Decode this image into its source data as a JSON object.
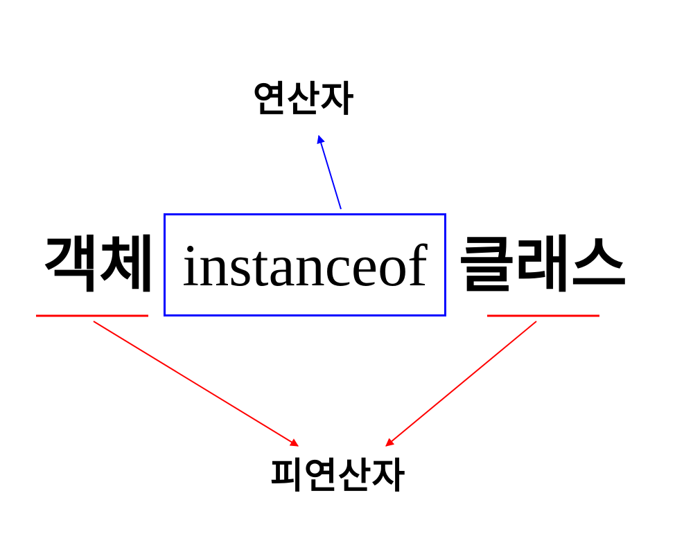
{
  "diagram": {
    "operator_label": "연산자",
    "operand_label": "피연산자",
    "expression": {
      "left_operand": "객체",
      "operator": "instanceof",
      "right_operand": "클래스"
    }
  },
  "colors": {
    "operator_highlight": "#0000ff",
    "operand_highlight": "#ff0000",
    "text": "#000000",
    "background": "#ffffff"
  }
}
